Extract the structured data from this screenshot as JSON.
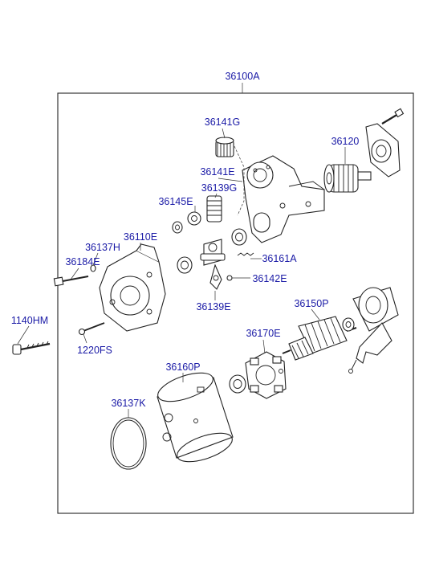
{
  "assembly": {
    "label": "36100A"
  },
  "callouts": {
    "p36141G": "36141G",
    "p36120": "36120",
    "p36141E": "36141E",
    "p36139G": "36139G",
    "p36145E": "36145E",
    "p36110E": "36110E",
    "p36137H": "36137H",
    "p36184E": "36184E",
    "p36161A": "36161A",
    "p36142E": "36142E",
    "p36139E": "36139E",
    "p36150P": "36150P",
    "p1140HM": "1140HM",
    "p36170E": "36170E",
    "p1220FS": "1220FS",
    "p36160P": "36160P",
    "p36137K": "36137K"
  },
  "colors": {
    "label": "#1a1aa6",
    "line": "#222222"
  }
}
